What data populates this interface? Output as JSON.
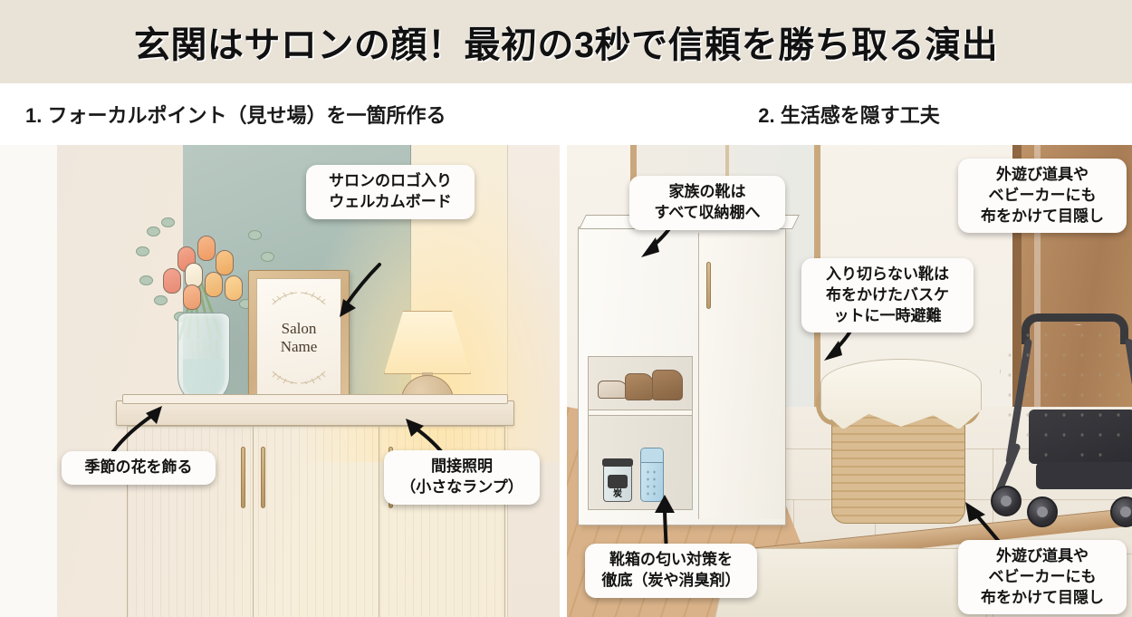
{
  "header": {
    "title": "玄関はサロンの顔！最初の3秒で信頼を勝ち取る演出"
  },
  "sections": [
    {
      "label": "1. フォーカルポイント（見せ場）を一箇所作る"
    },
    {
      "label": "2. 生活感を隠す工夫"
    }
  ],
  "panel_left": {
    "frame": {
      "line1": "Salon",
      "line2": "Name"
    },
    "callouts": [
      {
        "id": "welcome-board",
        "text": "サロンのロゴ入り\nウェルカムボード"
      },
      {
        "id": "seasonal-flowers",
        "text": "季節の花を飾る"
      },
      {
        "id": "indirect-lighting",
        "text": "間接照明\n（小さなランプ）"
      }
    ]
  },
  "panel_right": {
    "jar_label": "炭",
    "callouts": [
      {
        "id": "family-shoes",
        "text": "家族の靴は\nすべて収納棚へ"
      },
      {
        "id": "overflow-basket",
        "text": "入り切らない靴は\n布をかけたバスケ\nットに一時避難"
      },
      {
        "id": "outdoor-gear-top",
        "text": "外遊び道具や\nベビーカーにも\n布をかけて目隠し"
      },
      {
        "id": "shoe-odor",
        "text": "靴箱の匂い対策を\n徹底（炭や消臭剤）"
      },
      {
        "id": "outdoor-gear-bottom",
        "text": "外遊び道具や\nベビーカーにも\n布をかけて目隠し"
      }
    ]
  },
  "colors": {
    "header_bg": "#e9e2d6",
    "text": "#141414",
    "callout_bg": "#fdfcfa",
    "accent_wall": "#a8bcb4",
    "wood": "#c9a578",
    "lamp_glow": "#ffe2a0"
  }
}
